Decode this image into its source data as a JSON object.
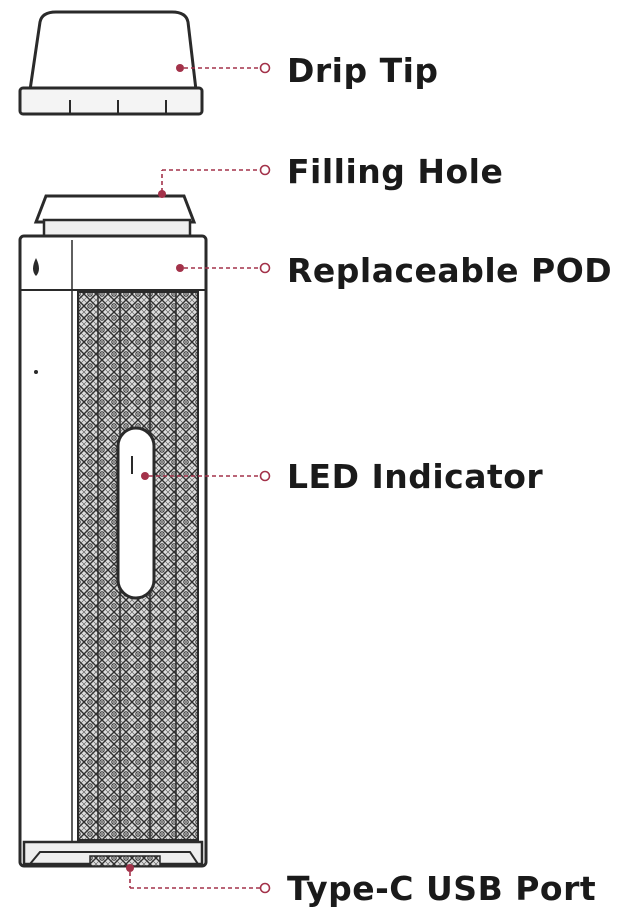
{
  "labels": {
    "drip_tip": "Drip Tip",
    "filling_hole": "Filling Hole",
    "replaceable_pod": "Replaceable POD",
    "led_indicator": "LED Indicator",
    "usb_port": "Type-C USB Port"
  },
  "colors": {
    "leader": "#a3324a",
    "outline": "#2a2a2a",
    "text": "#1a1a1a",
    "pattern": "#3a3a3a"
  }
}
